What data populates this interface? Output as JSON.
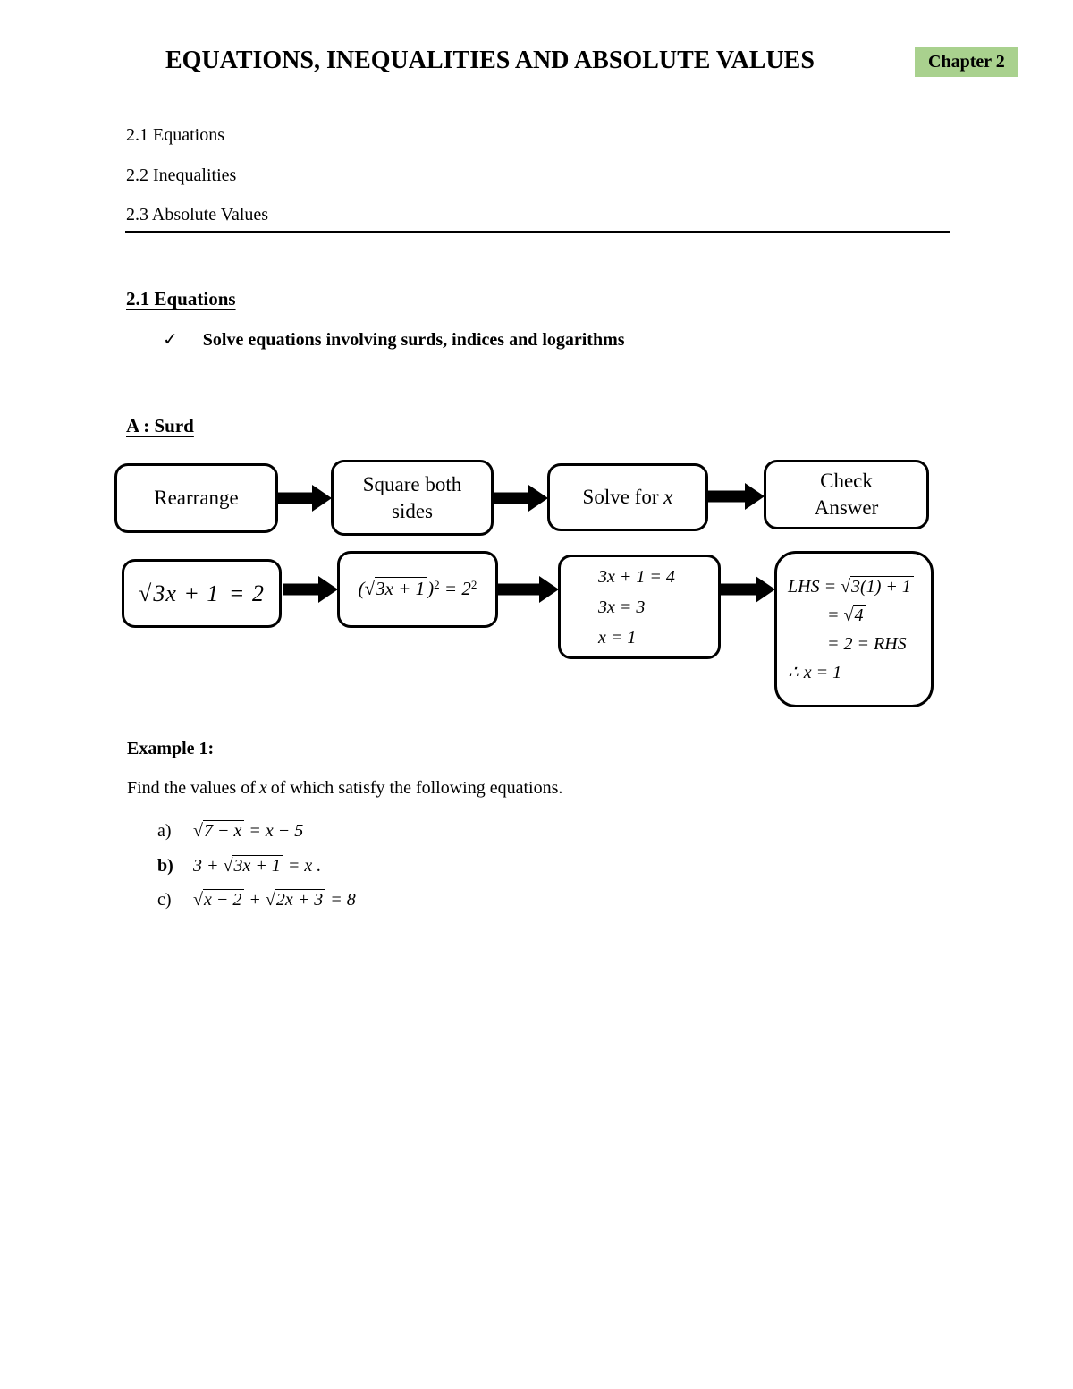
{
  "header": {
    "title": "EQUATIONS, INEQUALITIES AND ABSOLUTE VALUES",
    "chapter_badge": "Chapter 2",
    "chapter_badge_bg": "#a9d18e"
  },
  "toc": {
    "item1": "2.1 Equations",
    "item2": "2.2 Inequalities",
    "item3": "2.3 Absolute Values"
  },
  "section": {
    "heading": "2.1 Equations",
    "check_icon": "✓",
    "objective": "Solve equations involving surds, indices and logarithms",
    "subheading": "A : Surd"
  },
  "flowchart": {
    "steps": {
      "s1": "Rearrange",
      "s2": "Square both sides",
      "s3_pre": "Solve for",
      "s3_var": "x",
      "s4": "Check Answer"
    },
    "eq1": {
      "radicand": "3x + 1",
      "after": "= 2"
    },
    "eq2": {
      "open": "(",
      "radicand": "3x + 1",
      "close": ")",
      "sup1": "2",
      "mid": "= 2",
      "sup2": "2"
    },
    "eq3": {
      "line1": "3x + 1 = 4",
      "line2": "3x = 3",
      "line3": "x = 1"
    },
    "eq4": {
      "l1_pre": "LHS =",
      "l1_radicand": "3(1) + 1",
      "l2_pre": "=",
      "l2_radicand": "4",
      "l3": "= 2 = RHS",
      "l4": "∴ x = 1"
    }
  },
  "example": {
    "heading": "Example 1:",
    "intro_pre": "Find the values of",
    "intro_var": "x",
    "intro_post": "of which satisfy the following equations.",
    "a": {
      "label": "a)",
      "radicand": "7 − x",
      "after": "= x − 5"
    },
    "b": {
      "label": "b)",
      "pre": "3 +",
      "radicand": "3x + 1",
      "after": "= x ."
    },
    "c": {
      "label": "c)",
      "radicand1": "x − 2",
      "mid": "+",
      "radicand2": "2x + 3",
      "after": "= 8"
    }
  }
}
